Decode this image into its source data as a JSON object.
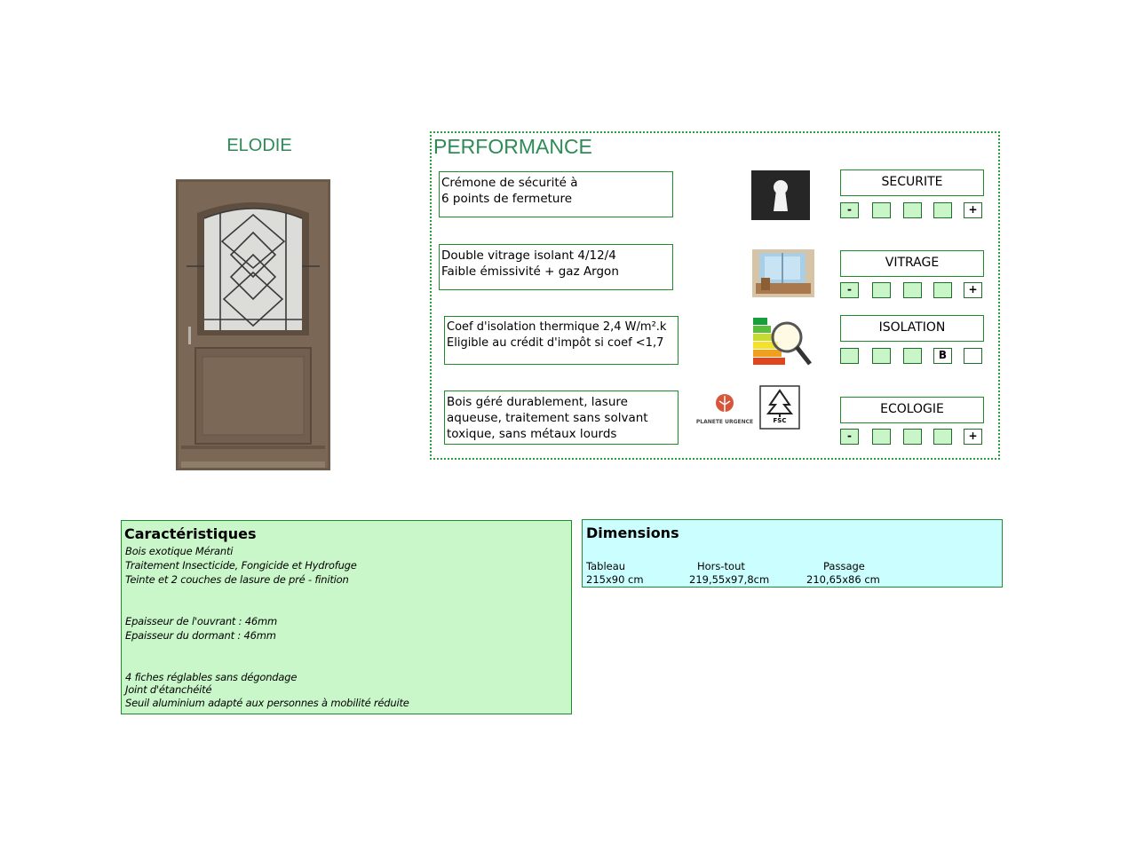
{
  "product": {
    "name": "ELODIE"
  },
  "performance": {
    "title": "PERFORMANCE",
    "rows": [
      {
        "description": "Crémone de sécurité à\n6 points de fermeture",
        "icon": "keyhole-icon",
        "label": "SECURITE",
        "scale": [
          "-",
          "",
          "",
          "",
          "+"
        ]
      },
      {
        "description": "Double vitrage isolant 4/12/4\nFaible émissivité + gaz Argon",
        "icon": "window-icon",
        "label": "VITRAGE",
        "scale": [
          "-",
          "",
          "",
          "",
          "+"
        ]
      },
      {
        "description": "Coef d'isolation thermique 2,4 W/m².k\nEligible au crédit d'impôt si coef <1,7",
        "icon": "energy-label-icon",
        "label": "ISOLATION",
        "scale": [
          "",
          "",
          "",
          "B",
          ""
        ]
      },
      {
        "description": "Bois géré durablement, lasure\naqueuse, traitement sans solvant\ntoxique, sans métaux lourds",
        "icon": "eco-logos-icon",
        "label": "ECOLOGIE",
        "scale": [
          "-",
          "",
          "",
          "",
          "+"
        ]
      }
    ],
    "logos": {
      "planete_urgence": "PLANETE URGENCE",
      "fsc": "FSC"
    }
  },
  "caracteristiques": {
    "title": "Caractéristiques",
    "lines": [
      "Bois exotique Méranti",
      "Traitement Insecticide, Fongicide et Hydrofuge",
      "Teinte et 2 couches de lasure de pré - finition",
      "Epaisseur de l'ouvrant : 46mm",
      "Epaisseur du dormant : 46mm",
      "4 fiches réglables sans dégondage",
      "Joint d'étanchéité",
      "Seuil aluminium adapté aux personnes à mobilité réduite"
    ]
  },
  "dimensions": {
    "title": "Dimensions",
    "columns": [
      {
        "label": "Tableau",
        "value": "215x90 cm"
      },
      {
        "label": "Hors-tout",
        "value": "219,55x97,8cm"
      },
      {
        "label": "Passage",
        "value": "210,65x86 cm"
      }
    ]
  },
  "colors": {
    "accent_green": "#2e8b57",
    "border_green": "#1f8b2a",
    "carac_bg": "#c9f7c9",
    "dims_bg": "#cbffff"
  }
}
